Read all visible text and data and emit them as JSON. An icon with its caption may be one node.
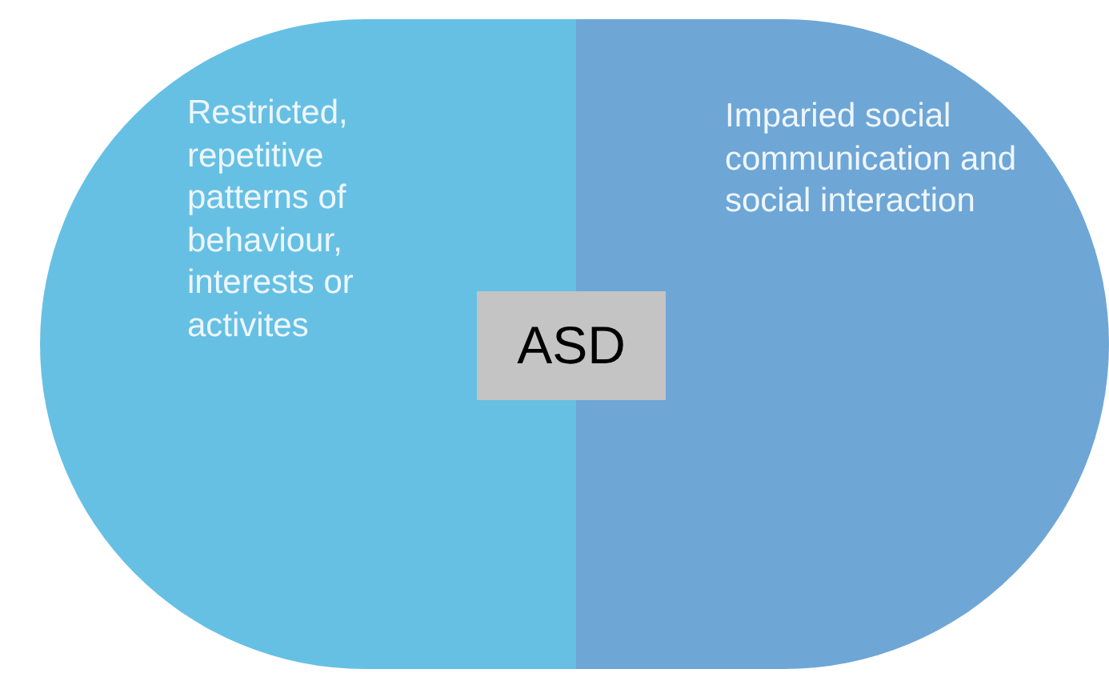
{
  "diagram": {
    "nodes": [
      {
        "text": [
          "Restricted, repetitive patterns of behaviour, interests or activites"
        ]
      },
      {
        "text": [
          "Imparied social communication and social interaction"
        ]
      },
      {
        "text": [
          "ASD"
        ]
      }
    ]
  }
}
